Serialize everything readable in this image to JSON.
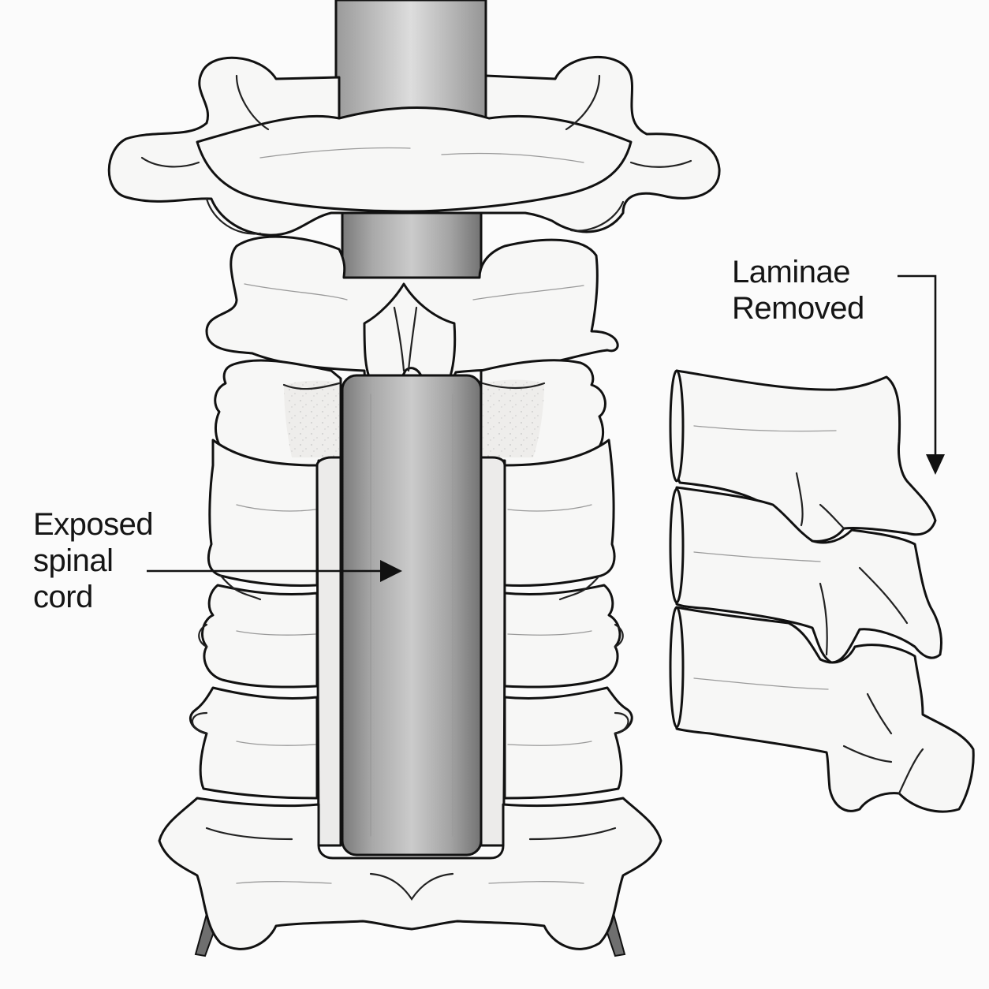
{
  "labels": {
    "exposed_cord": {
      "lines": [
        "Exposed",
        "spinal",
        "cord"
      ]
    },
    "laminae_removed": {
      "lines": [
        "Laminae",
        "Removed"
      ]
    }
  },
  "colors": {
    "outline": "#111111",
    "bone_fill": "#f7f7f6",
    "cord_dark": "#7c7c7c",
    "cord_light": "#c6c6c6",
    "background": "#fbfbfb"
  }
}
